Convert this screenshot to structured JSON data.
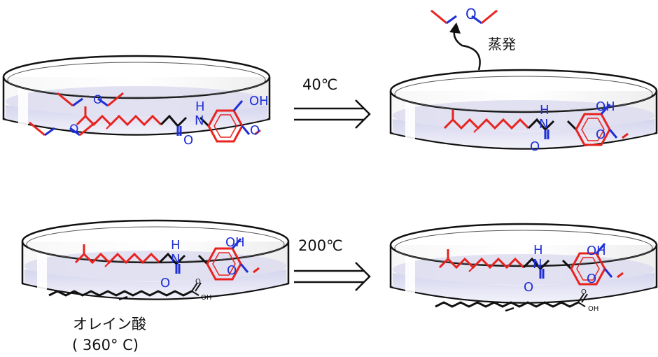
{
  "steps": [
    {
      "temperature": "40℃"
    },
    {
      "temperature": "200℃"
    }
  ],
  "evaporation_label": "蒸発",
  "solvent_label": {
    "name": "オレイン酸",
    "boiling_point": "( 360° C)"
  },
  "atoms": {
    "oxygen": "O",
    "hydrogen": "H",
    "nitrogen": "N",
    "hydroxyl": "OH",
    "acid_oh": "OH"
  },
  "colors": {
    "capsaicin_core": "#e8231f",
    "heteroatom": "#1f2fd6",
    "skeleton": "#111111",
    "solution": "#c9c9e8"
  }
}
